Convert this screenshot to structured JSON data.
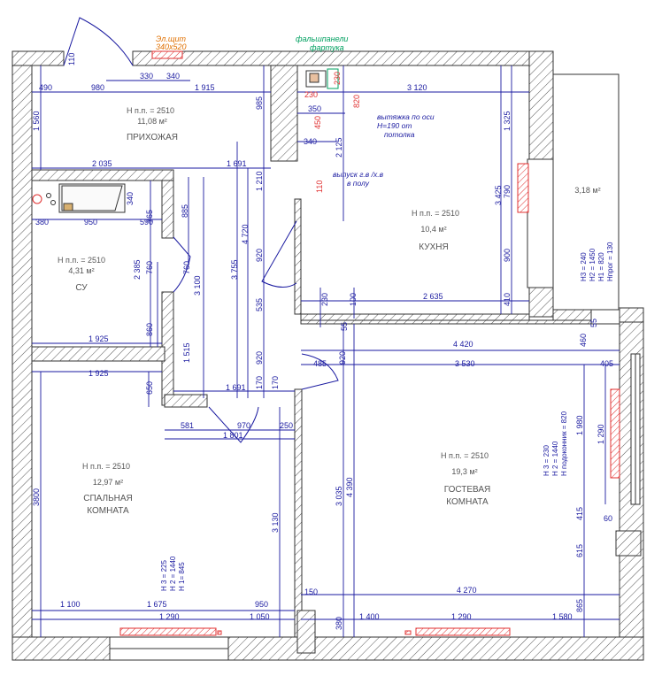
{
  "notes": {
    "el_shield": "Эл.щит",
    "el_shield_size": "340x520",
    "false_panels_1": "фальшпанели",
    "false_panels_2": "фартука",
    "hood_1": "вытяжка по оси",
    "hood_2": "Н=190 от",
    "hood_3": "потолка",
    "outlet_1": "выпуск г.в /х.в",
    "outlet_2": "в полу"
  },
  "rooms": {
    "hall": {
      "h": "Н п.п. = 2510",
      "area": "11,08 м²",
      "name": "ПРИХОЖАЯ"
    },
    "kitchen": {
      "h": "Н п.п. = 2510",
      "area": "10,4 м²",
      "name": "КУХНЯ"
    },
    "balcony": {
      "area": "3,18 м²",
      "h3": "Н3 = 240",
      "h2": "Н2 = 1450",
      "h1": "Н1 = 820",
      "hprog": "Нпрог = 130"
    },
    "bath": {
      "h": "Н п.п. = 2510",
      "area": "4,31 м²",
      "name": "СУ"
    },
    "bedroom": {
      "h": "Н п.п. = 2510",
      "area": "12,97 м²",
      "name1": "СПАЛЬНАЯ",
      "name2": "КОМНАТА",
      "h3": "Н 3 = 225",
      "h2": "Н 2 = 1440",
      "h1": "Н 1= 845"
    },
    "guest": {
      "h": "Н п.п. = 2510",
      "area": "19,3 м²",
      "name1": "ГОСТЕВАЯ",
      "name2": "КОМНАТА",
      "h3": "Н 3 = 230",
      "h2": "Н 2 = 1440",
      "hsill": "Н подоконник = 820"
    }
  },
  "dims": {
    "d110": "110",
    "d330": "330",
    "d340a": "340",
    "d490": "490",
    "d980": "980",
    "d1915": "1 915",
    "d1560": "1 560",
    "d985": "985",
    "d230a": "230",
    "d230b": "230",
    "d820": "820",
    "d350": "350",
    "d450": "450",
    "d3120": "3 120",
    "d1325": "1 325",
    "d340b": "340",
    "d2125": "2 125",
    "d2035": "2 035",
    "d1691a": "1 691",
    "d1210": "1 210",
    "d110b": "110",
    "d340c": "340",
    "d3425": "3 425",
    "d790": "790",
    "d765": "765",
    "d885": "885",
    "d380": "380",
    "d950a": "950",
    "d590": "590",
    "d4720": "4 720",
    "d3755": "3 755",
    "d920a": "920",
    "d2385": "2 385",
    "d760a": "760",
    "d760b": "760",
    "d3100": "3 100",
    "d900": "900",
    "d535": "535",
    "d2635": "2 635",
    "d230c": "230",
    "d100": "100",
    "d410": "410",
    "d860": "860",
    "d55": "55",
    "d1515": "1 515",
    "d1925a": "1 925",
    "d4420": "4 420",
    "d460": "460",
    "d920b": "920",
    "d485": "485",
    "d920c": "920",
    "d3530": "3 530",
    "d405": "405",
    "d1925b": "1 925",
    "d650": "650",
    "d1691b": "1 691",
    "d170a": "170",
    "d170b": "170",
    "d581": "581",
    "d970": "970",
    "d250": "250",
    "d1801": "1 801",
    "d1980": "1 980",
    "d1290a": "1 290",
    "d3800": "3800",
    "d3130": "3 130",
    "d3035": "3 035",
    "d4390": "4 390",
    "d415": "415",
    "d615": "615",
    "d60": "60",
    "d150": "150",
    "d4270": "4 270",
    "d1100": "1 100",
    "d1675": "1 675",
    "d950b": "950",
    "d865": "865",
    "d1290b": "1 290",
    "d1050": "1 050",
    "d380b": "380",
    "d1400": "1 400",
    "d1290c": "1 290",
    "d1580": "1 580"
  }
}
